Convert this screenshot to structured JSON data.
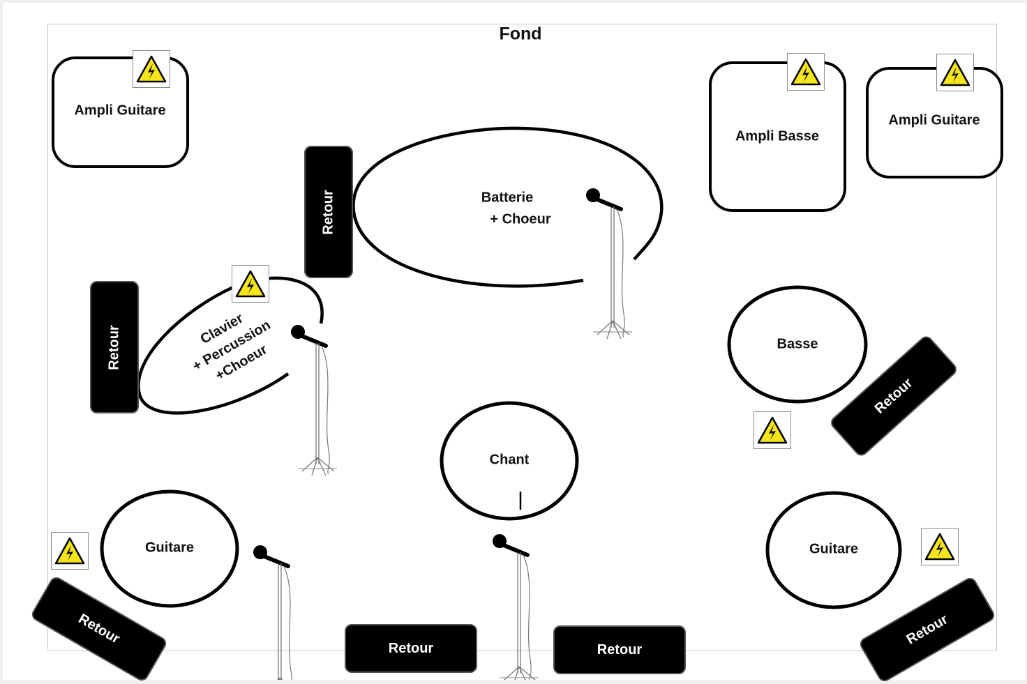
{
  "title": "Fond",
  "colors": {
    "warning_fill": "#f5e51a",
    "cabinet": "#000000",
    "ink": "#111111"
  },
  "labels": {
    "ampli_guitare_left": "Ampli Guitare",
    "ampli_basse": "Ampli Basse",
    "ampli_guitare_right": "Ampli Guitare",
    "batterie_line1": "Batterie",
    "batterie_line2": "+ Choeur",
    "clavier_line1": "Clavier",
    "clavier_line2": "+ Percussion",
    "clavier_line3": "+Choeur",
    "basse": "Basse",
    "chant": "Chant",
    "guitare_left": "Guitare",
    "guitare_right": "Guitare"
  },
  "monitors": {
    "drums": "Retour",
    "keys": "Retour",
    "bass": "Retour",
    "guitar_left": "Retour",
    "front_left": "Retour",
    "front_right": "Retour",
    "guitar_right": "Retour"
  },
  "icons": {
    "warning": "high-voltage-warning-icon",
    "microphone": "microphone-stand-icon"
  }
}
